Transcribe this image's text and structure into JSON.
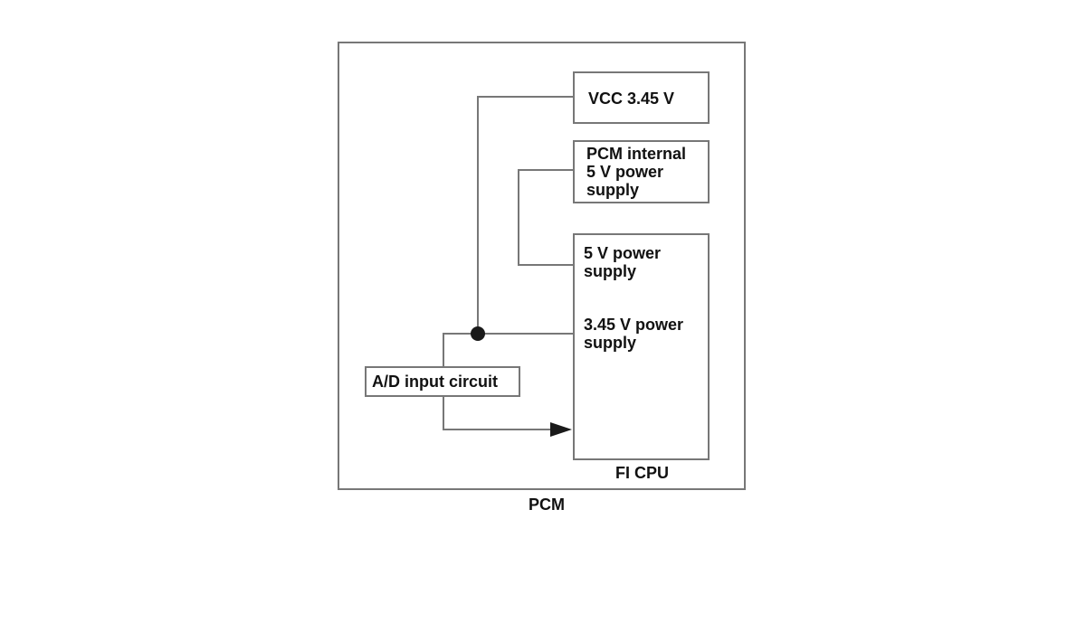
{
  "diagram": {
    "pcm_label": "PCM",
    "cpu_label": "FI CPU",
    "vcc_box": "VCC 3.45 V",
    "internal_supply": [
      "PCM internal",
      "5 V power",
      "supply"
    ],
    "cpu_5v_input": [
      "5 V power",
      "supply"
    ],
    "cpu_345v_input": [
      "3.45 V power",
      "supply"
    ],
    "ad_circuit": "A/D input circuit"
  }
}
